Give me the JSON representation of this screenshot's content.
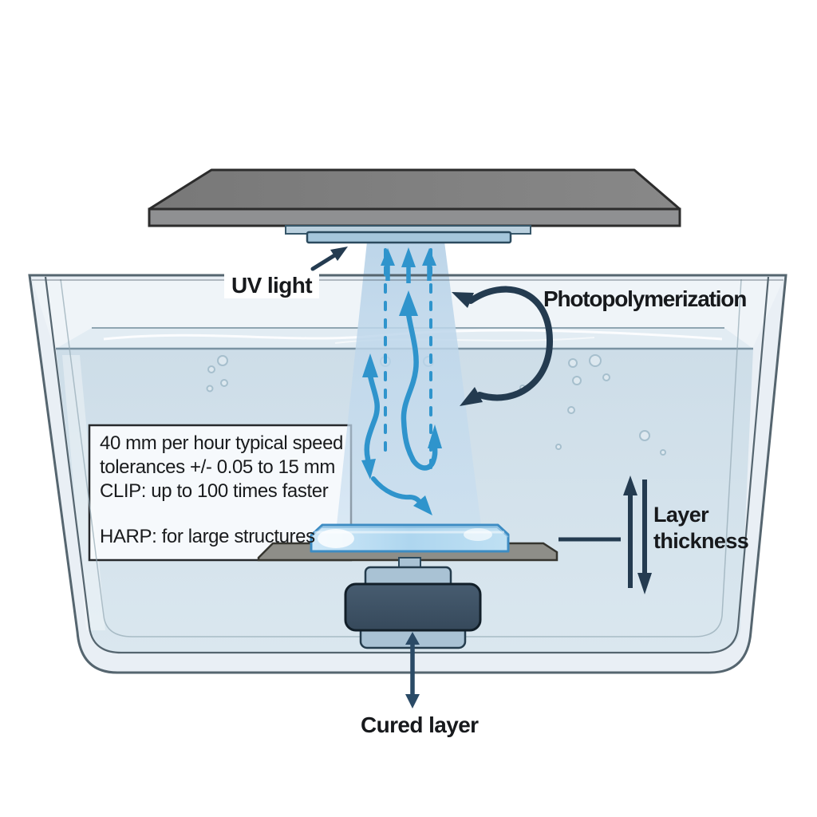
{
  "labels": {
    "uv_light": "UV light",
    "photopolymerization": "Photopolymerization",
    "layer_thickness": "Layer thickness",
    "cured_layer": "Cured layer"
  },
  "spec_box": {
    "lines": [
      "40 mm per hour typical speed",
      "tolerances +/- 0.05 to 15 mm",
      "CLIP: up to 100 times faster",
      "HARP: for large structures"
    ]
  },
  "colors": {
    "arrow_blue": "#2f94cc",
    "dark_navy": "#243b50",
    "beam_blue": "#c7dcec",
    "resin_blue": "#d2e1ea",
    "tank_outline": "#55656f",
    "platform_gray": "#8a8a8a",
    "cured_layer_blue": "#b9dbf0",
    "print_platform_gray": "#8e8e88",
    "pedestal_dark": "#3d5266",
    "pedestal_light": "#a9c2d4"
  }
}
